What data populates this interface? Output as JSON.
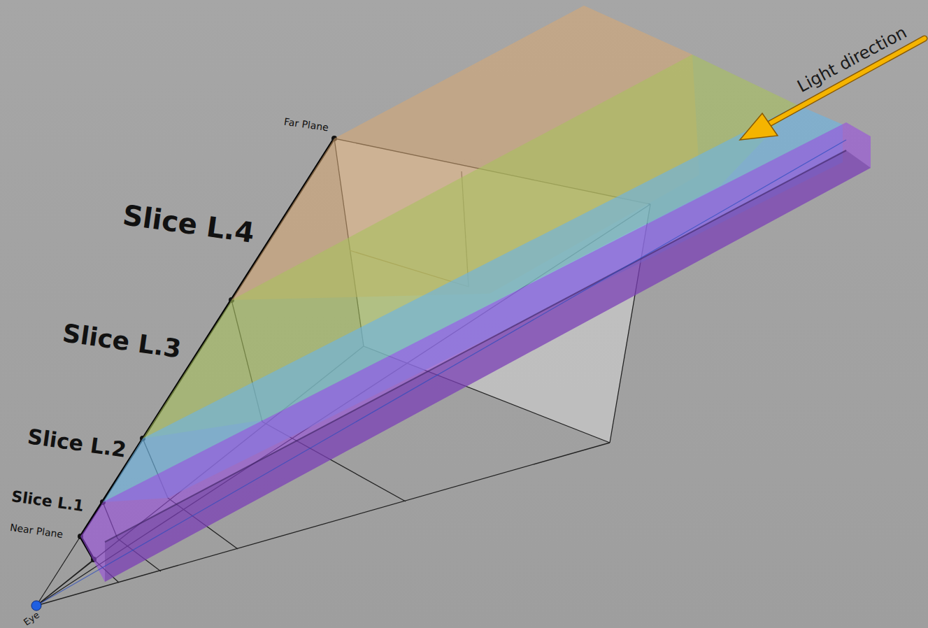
{
  "diagram": {
    "labels": [
      "Light direction",
      "Far Plane",
      "Slice L.4",
      "Slice L.3",
      "Slice L.2",
      "Slice L.1",
      "Near Plane",
      "Eye"
    ]
  }
}
